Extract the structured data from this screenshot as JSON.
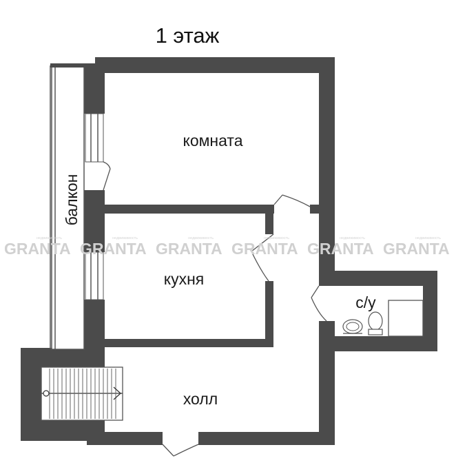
{
  "plan": {
    "title": "1 этаж",
    "rooms": {
      "room": "комната",
      "kitchen": "кухня",
      "hall": "холл",
      "bathroom": "с/у",
      "balcony": "балкон"
    }
  },
  "watermark": {
    "brand": "GRANTA",
    "tagline": "недвижимость",
    "repeat": 6
  },
  "colors": {
    "wall": "#4b4b4b",
    "background": "#ffffff",
    "watermark": "#d0d0d0"
  }
}
